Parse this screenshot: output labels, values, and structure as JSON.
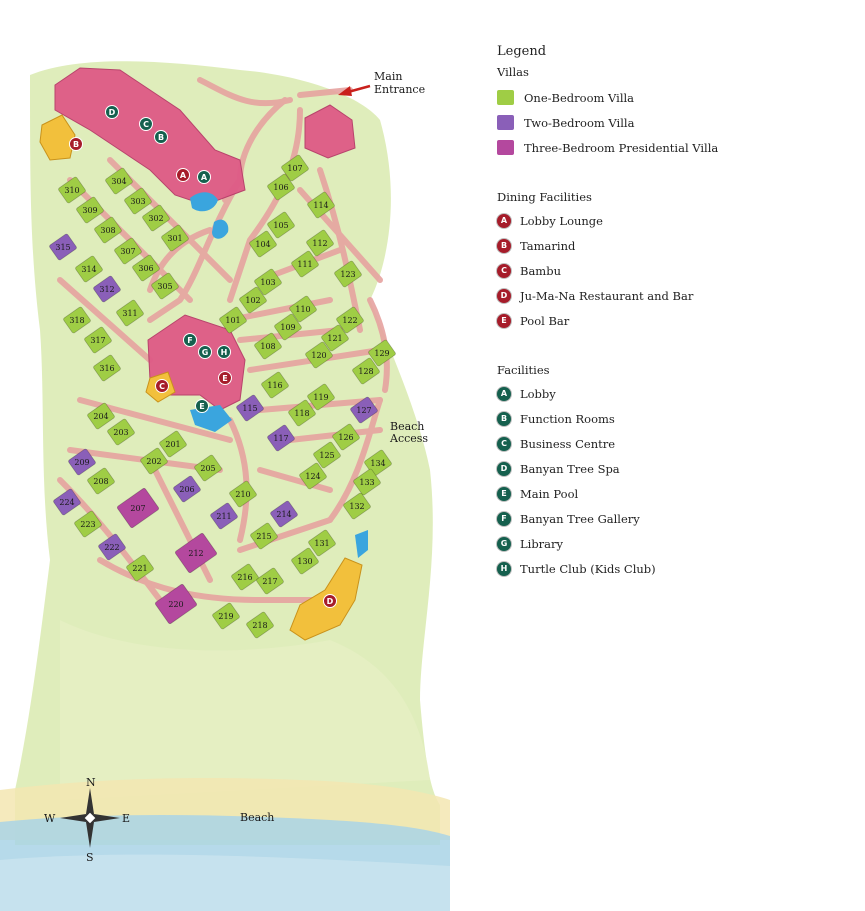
{
  "map": {
    "labels": {
      "main_entrance_1": "Main",
      "main_entrance_2": "Entrance",
      "beach_access_1": "Beach",
      "beach_access_2": "Access",
      "beach": "Beach"
    },
    "compass": {
      "n": "N",
      "s": "S",
      "e": "E",
      "w": "W"
    },
    "villas": [
      {
        "num": "107",
        "type": "one"
      },
      {
        "num": "106",
        "type": "one"
      },
      {
        "num": "114",
        "type": "one"
      },
      {
        "num": "105",
        "type": "one"
      },
      {
        "num": "104",
        "type": "one"
      },
      {
        "num": "112",
        "type": "one"
      },
      {
        "num": "111",
        "type": "one"
      },
      {
        "num": "123",
        "type": "one"
      },
      {
        "num": "103",
        "type": "one"
      },
      {
        "num": "102",
        "type": "one"
      },
      {
        "num": "110",
        "type": "one"
      },
      {
        "num": "101",
        "type": "one"
      },
      {
        "num": "109",
        "type": "one"
      },
      {
        "num": "122",
        "type": "one"
      },
      {
        "num": "121",
        "type": "one"
      },
      {
        "num": "108",
        "type": "one"
      },
      {
        "num": "120",
        "type": "one"
      },
      {
        "num": "129",
        "type": "one"
      },
      {
        "num": "128",
        "type": "one"
      },
      {
        "num": "116",
        "type": "one"
      },
      {
        "num": "119",
        "type": "one"
      },
      {
        "num": "115",
        "type": "two"
      },
      {
        "num": "118",
        "type": "one"
      },
      {
        "num": "127",
        "type": "two"
      },
      {
        "num": "117",
        "type": "two"
      },
      {
        "num": "126",
        "type": "one"
      },
      {
        "num": "125",
        "type": "one"
      },
      {
        "num": "124",
        "type": "one"
      },
      {
        "num": "134",
        "type": "one"
      },
      {
        "num": "133",
        "type": "one"
      },
      {
        "num": "132",
        "type": "one"
      },
      {
        "num": "131",
        "type": "one"
      },
      {
        "num": "130",
        "type": "one"
      },
      {
        "num": "310",
        "type": "one"
      },
      {
        "num": "304",
        "type": "one"
      },
      {
        "num": "309",
        "type": "one"
      },
      {
        "num": "303",
        "type": "one"
      },
      {
        "num": "308",
        "type": "one"
      },
      {
        "num": "302",
        "type": "one"
      },
      {
        "num": "307",
        "type": "one"
      },
      {
        "num": "301",
        "type": "one"
      },
      {
        "num": "315",
        "type": "two"
      },
      {
        "num": "314",
        "type": "one"
      },
      {
        "num": "306",
        "type": "one"
      },
      {
        "num": "312",
        "type": "two"
      },
      {
        "num": "305",
        "type": "one"
      },
      {
        "num": "311",
        "type": "one"
      },
      {
        "num": "318",
        "type": "one"
      },
      {
        "num": "317",
        "type": "one"
      },
      {
        "num": "316",
        "type": "one"
      },
      {
        "num": "204",
        "type": "one"
      },
      {
        "num": "203",
        "type": "one"
      },
      {
        "num": "201",
        "type": "one"
      },
      {
        "num": "202",
        "type": "one"
      },
      {
        "num": "209",
        "type": "two"
      },
      {
        "num": "205",
        "type": "one"
      },
      {
        "num": "208",
        "type": "one"
      },
      {
        "num": "206",
        "type": "two"
      },
      {
        "num": "210",
        "type": "one"
      },
      {
        "num": "224",
        "type": "two"
      },
      {
        "num": "207",
        "type": "three"
      },
      {
        "num": "211",
        "type": "two"
      },
      {
        "num": "214",
        "type": "two"
      },
      {
        "num": "223",
        "type": "one"
      },
      {
        "num": "215",
        "type": "one"
      },
      {
        "num": "222",
        "type": "two"
      },
      {
        "num": "212",
        "type": "three"
      },
      {
        "num": "221",
        "type": "one"
      },
      {
        "num": "216",
        "type": "one"
      },
      {
        "num": "217",
        "type": "one"
      },
      {
        "num": "220",
        "type": "three"
      },
      {
        "num": "219",
        "type": "one"
      },
      {
        "num": "218",
        "type": "one"
      }
    ],
    "markers": [
      {
        "letter": "D",
        "kind": "facility"
      },
      {
        "letter": "C",
        "kind": "facility"
      },
      {
        "letter": "B",
        "kind": "facility"
      },
      {
        "letter": "B",
        "kind": "dining"
      },
      {
        "letter": "A",
        "kind": "dining"
      },
      {
        "letter": "A",
        "kind": "facility"
      },
      {
        "letter": "F",
        "kind": "facility"
      },
      {
        "letter": "G",
        "kind": "facility"
      },
      {
        "letter": "H",
        "kind": "facility"
      },
      {
        "letter": "C",
        "kind": "dining"
      },
      {
        "letter": "E",
        "kind": "dining"
      },
      {
        "letter": "E",
        "kind": "facility"
      },
      {
        "letter": "D",
        "kind": "dining"
      }
    ]
  },
  "legend": {
    "title": "Legend",
    "villas": {
      "heading": "Villas",
      "items": [
        {
          "label": "One-Bedroom Villa",
          "color": "#9fcd45"
        },
        {
          "label": "Two-Bedroom Villa",
          "color": "#8a5fb8"
        },
        {
          "label": "Three-Bedroom Presidential Villa",
          "color": "#b4489e"
        }
      ]
    },
    "dining": {
      "heading": "Dining Facilities",
      "marker_color": "#a61c2a",
      "items": [
        {
          "letter": "A",
          "label": "Lobby Lounge"
        },
        {
          "letter": "B",
          "label": "Tamarind"
        },
        {
          "letter": "C",
          "label": "Bambu"
        },
        {
          "letter": "D",
          "label": "Ju-Ma-Na Restaurant and Bar"
        },
        {
          "letter": "E",
          "label": "Pool Bar"
        }
      ]
    },
    "facilities": {
      "heading": "Facilities",
      "marker_color": "#15604e",
      "items": [
        {
          "letter": "A",
          "label": "Lobby"
        },
        {
          "letter": "B",
          "label": "Function Rooms"
        },
        {
          "letter": "C",
          "label": "Business Centre"
        },
        {
          "letter": "D",
          "label": "Banyan Tree Spa"
        },
        {
          "letter": "E",
          "label": "Main Pool"
        },
        {
          "letter": "F",
          "label": "Banyan Tree Gallery"
        },
        {
          "letter": "G",
          "label": "Library"
        },
        {
          "letter": "H",
          "label": "Turtle Club (Kids Club)"
        }
      ]
    }
  },
  "colors": {
    "one_bedroom": "#9fcd45",
    "two_bedroom": "#8a5fb8",
    "three_bedroom": "#b4489e",
    "dining": "#a61c2a",
    "facility": "#15604e",
    "path": "#e6a3a0",
    "main_building": "#de5a86",
    "grass": "#dcebb4",
    "sand": "#f3e6b2",
    "sea": "#a9d4e6",
    "pool": "#3aa5de",
    "restaurant": "#f2c03c"
  }
}
